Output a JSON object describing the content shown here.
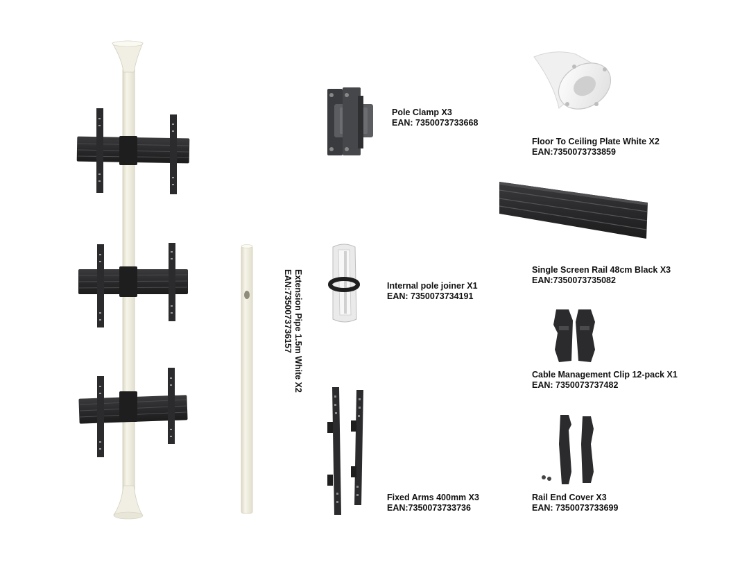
{
  "colors": {
    "pole_white": "#f3f1e4",
    "pole_shadow": "#dcd9c8",
    "rail_black": "#2b2b2d",
    "rail_dark": "#1a1a1b",
    "rail_edge": "#4a4a4d",
    "clamp_grey": "#5b5d61",
    "plate_white": "#f4f4f4",
    "text": "#111111"
  },
  "parts": [
    {
      "id": "pole-clamp",
      "name": "Pole Clamp X3",
      "ean": "EAN: 7350073733668",
      "icon": "pole-clamp-icon"
    },
    {
      "id": "floor-ceiling-plate",
      "name": "Floor To Ceiling Plate White X2",
      "ean": "EAN:7350073733859",
      "icon": "ceiling-plate-icon"
    },
    {
      "id": "single-screen-rail",
      "name": "Single Screen Rail 48cm Black X3",
      "ean": "EAN:7350073735082",
      "icon": "screen-rail-icon"
    },
    {
      "id": "internal-pole-joiner",
      "name": "Internal pole joiner X1",
      "ean": "EAN: 7350073734191",
      "icon": "pole-joiner-icon"
    },
    {
      "id": "extension-pipe",
      "name": "Extension Pipe 1.5m White X2",
      "ean": "EAN:7350073736157",
      "icon": "extension-pipe-icon"
    },
    {
      "id": "cable-clip",
      "name": "Cable Management Clip 12-pack X1",
      "ean": "EAN: 7350073737482",
      "icon": "cable-clip-icon"
    },
    {
      "id": "fixed-arms",
      "name": "Fixed Arms 400mm X3",
      "ean": "EAN:7350073733736",
      "icon": "fixed-arms-icon"
    },
    {
      "id": "rail-end-cover",
      "name": "Rail End Cover X3",
      "ean": "EAN: 7350073733699",
      "icon": "rail-end-cover-icon"
    }
  ]
}
